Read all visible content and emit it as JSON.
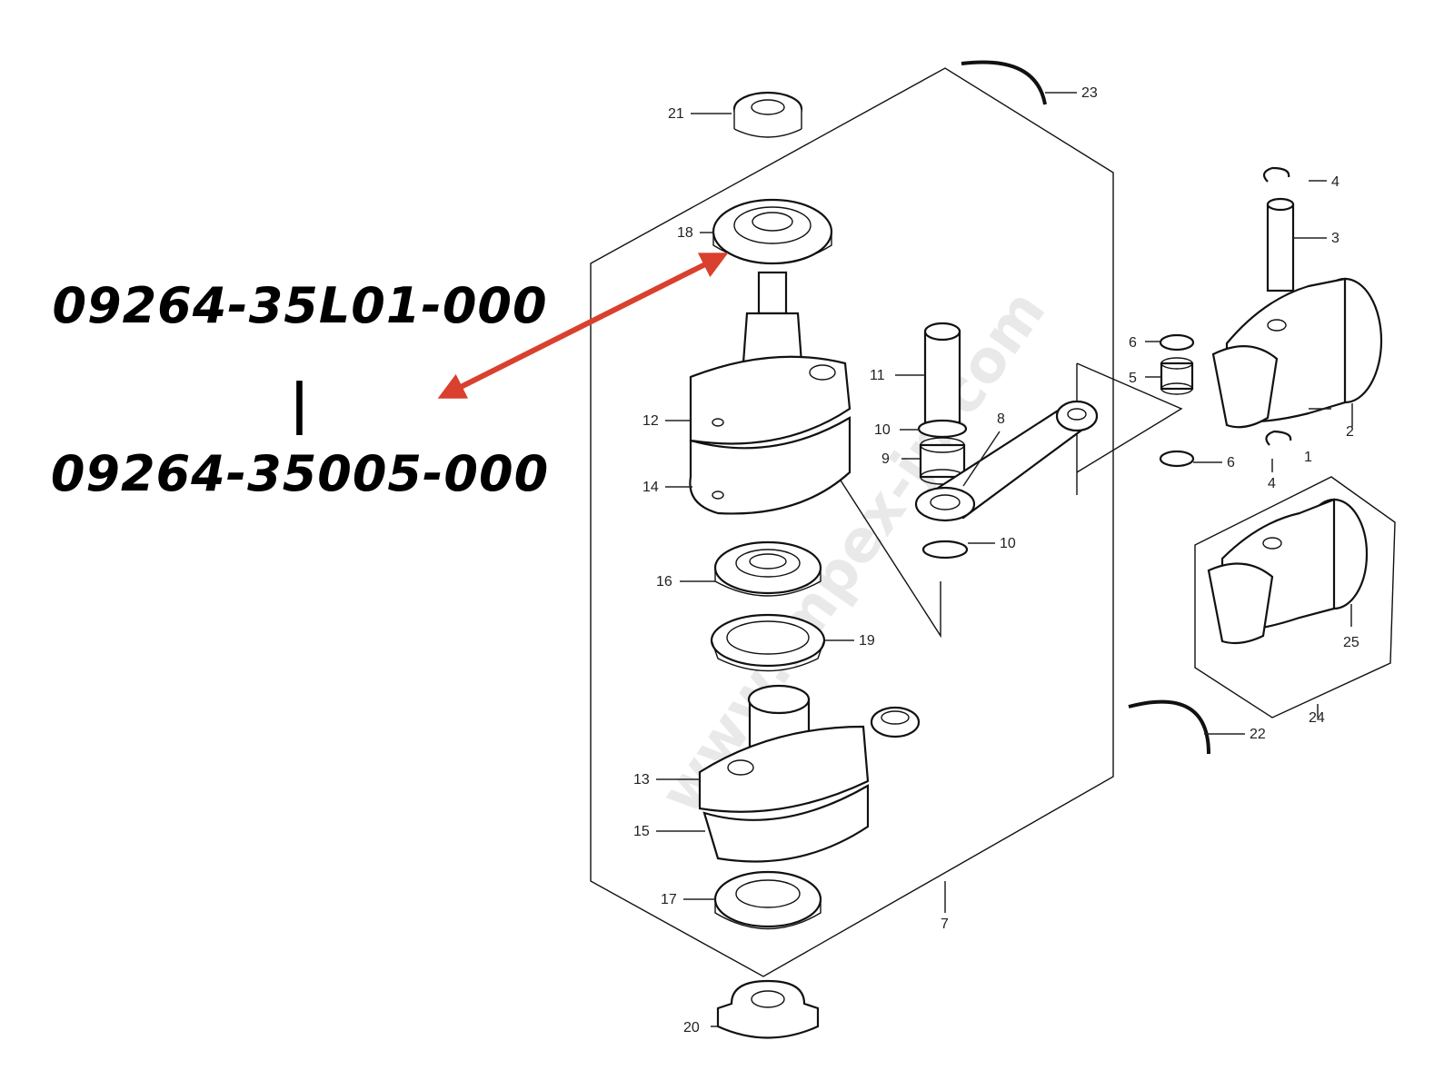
{
  "part_numbers": {
    "primary": "09264-35L01-000",
    "separator": "|",
    "secondary": "09264-35005-000"
  },
  "watermark": "www.impex-jp.com",
  "arrow_color": "#d9402e",
  "callouts": {
    "c1": "1",
    "c2": "2",
    "c3": "3",
    "c4a": "4",
    "c4b": "4",
    "c5": "5",
    "c6a": "6",
    "c6b": "6",
    "c7": "7",
    "c8": "8",
    "c9": "9",
    "c10a": "10",
    "c10b": "10",
    "c11": "11",
    "c12": "12",
    "c13": "13",
    "c14": "14",
    "c15": "15",
    "c16": "16",
    "c17": "17",
    "c18": "18",
    "c19": "19",
    "c20": "20",
    "c21": "21",
    "c22": "22",
    "c23": "23",
    "c24": "24",
    "c25": "25"
  }
}
